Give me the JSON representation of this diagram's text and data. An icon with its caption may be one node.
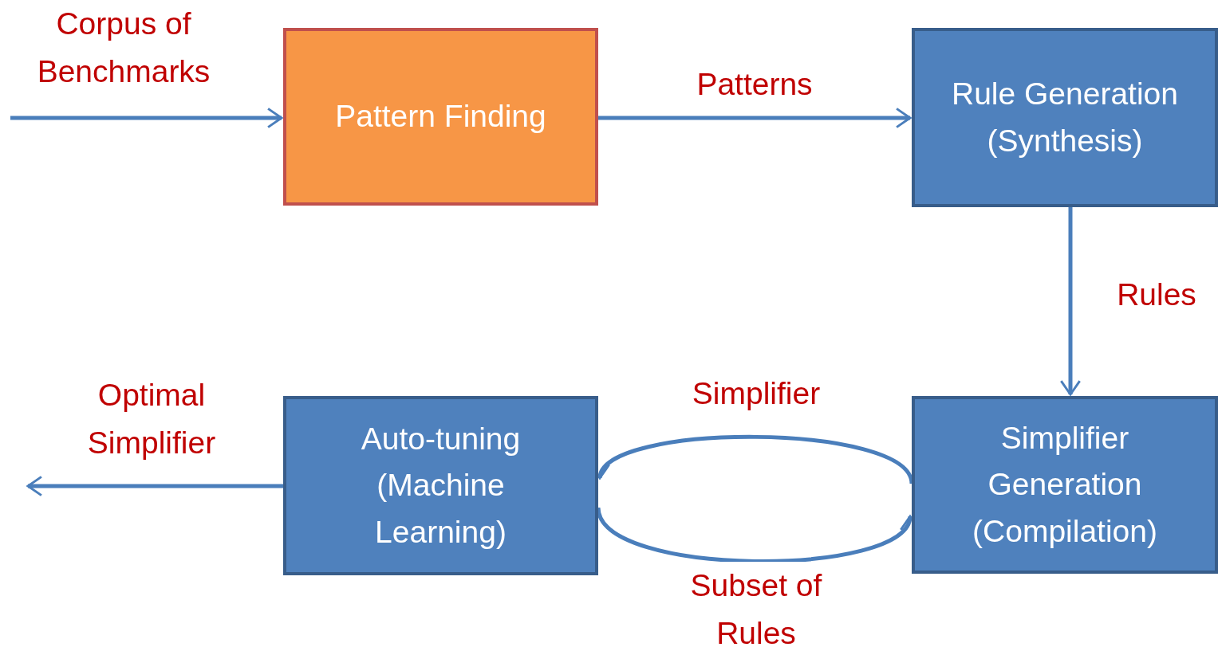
{
  "diagram": {
    "nodes": [
      {
        "text": [
          "Pattern Finding"
        ]
      },
      {
        "text": [
          "Rule Generation (Synthesis)"
        ]
      },
      {
        "text": [
          "Simplifier Generation (Compilation)"
        ]
      },
      {
        "text": [
          "Auto-tuning (Machine Learning)"
        ]
      }
    ],
    "edges": [
      {
        "from": null,
        "to": 0,
        "arrow": "to",
        "label": "Corpus of Benchmarks"
      },
      {
        "from": 0,
        "to": 1,
        "arrow": "to",
        "label": "Patterns"
      },
      {
        "from": 1,
        "to": 2,
        "arrow": "to",
        "label": "Rules"
      },
      {
        "from": 2,
        "to": 3,
        "arrow": "to",
        "label": "Simplifier"
      },
      {
        "from": 3,
        "to": 2,
        "arrow": "to",
        "label": "Subset of Rules"
      },
      {
        "from": 3,
        "to": null,
        "arrow": "to",
        "label": "Optimal Simplifier"
      }
    ]
  }
}
